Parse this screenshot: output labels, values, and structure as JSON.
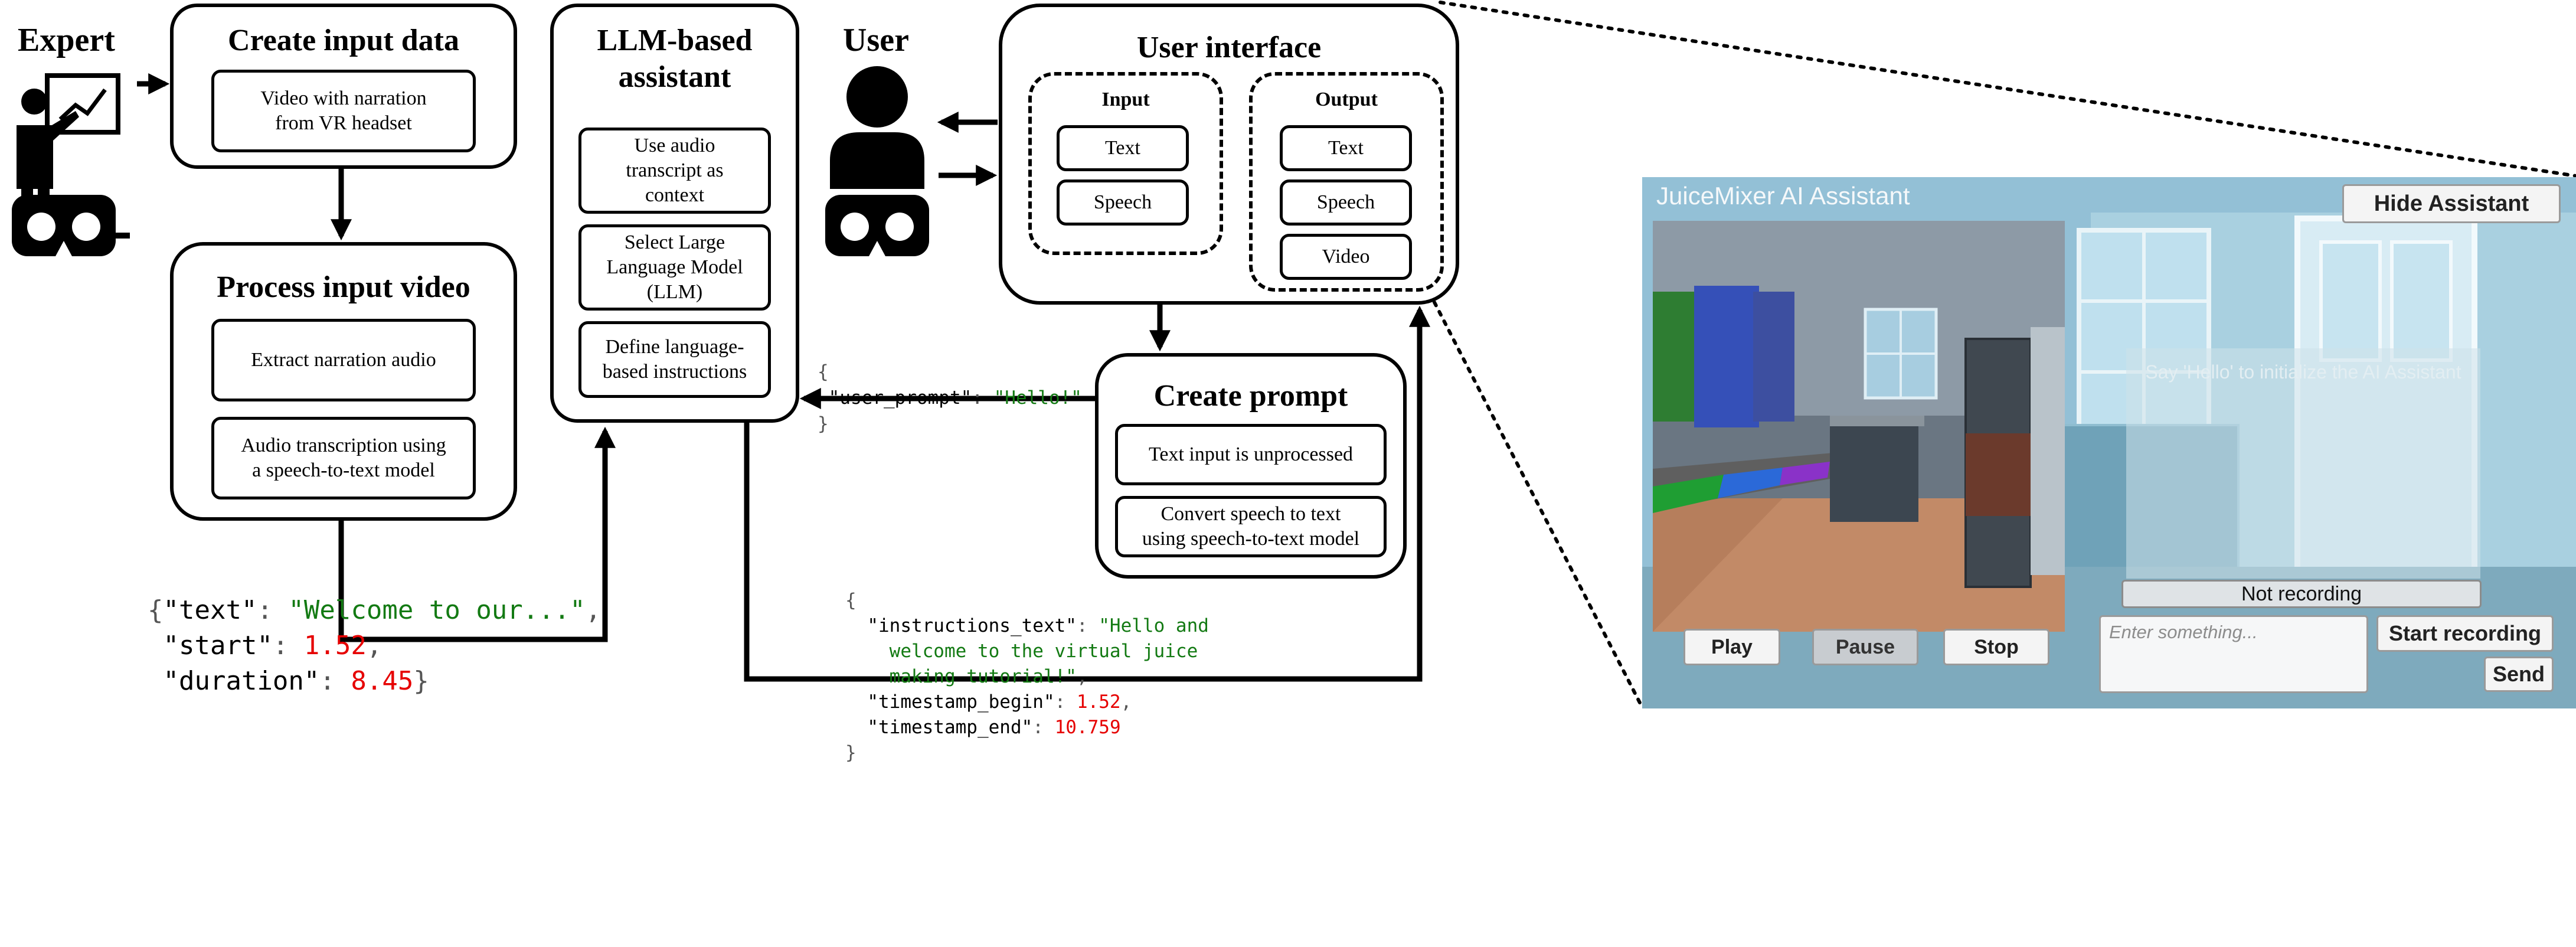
{
  "expert": {
    "label": "Expert"
  },
  "create_input": {
    "title": "Create input data",
    "items": [
      "Video with narration\nfrom VR headset"
    ]
  },
  "process_video": {
    "title": "Process input video",
    "items": [
      "Extract narration audio",
      "Audio transcription using\na speech-to-text model"
    ]
  },
  "assistant": {
    "title": "LLM-based\nassistant",
    "items": [
      "Use audio\ntranscript as\ncontext",
      "Select Large\nLanguage Model\n(LLM)",
      "Define language-\nbased instructions"
    ]
  },
  "user": {
    "label": "User"
  },
  "user_interface": {
    "title": "User interface",
    "input": {
      "title": "Input",
      "items": [
        "Text",
        "Speech"
      ]
    },
    "output": {
      "title": "Output",
      "items": [
        "Text",
        "Speech",
        "Video"
      ]
    }
  },
  "create_prompt": {
    "title": "Create prompt",
    "items": [
      "Text input is unprocessed",
      "Convert speech to text\nusing speech-to-text model"
    ]
  },
  "transcript_json": {
    "text_key": "\"text\"",
    "text_val": "\"Welcome to our...\"",
    "start_key": "\"start\"",
    "start_val": "1.52",
    "duration_key": "\"duration\"",
    "duration_val": "8.45"
  },
  "prompt_json": {
    "key": "\"user_prompt\"",
    "val": "\"Hello!\""
  },
  "instructions_json": {
    "text_key": "\"instructions_text\"",
    "text_val_1": "\"Hello and",
    "text_val_2": "welcome to the virtual juice",
    "text_val_3": "making tutorial!\"",
    "begin_key": "\"timestamp_begin\"",
    "begin_val": "1.52",
    "end_key": "\"timestamp_end\"",
    "end_val": "10.759"
  },
  "screenshot": {
    "app_title": "JuiceMixer AI Assistant",
    "hide_button": "Hide Assistant",
    "hint_text": "Say 'Hello' to initialize the AI Assistant",
    "status": "Not recording",
    "input_placeholder": "Enter something...",
    "start_recording": "Start recording",
    "send": "Send",
    "play": "Play",
    "pause": "Pause",
    "stop": "Stop"
  }
}
